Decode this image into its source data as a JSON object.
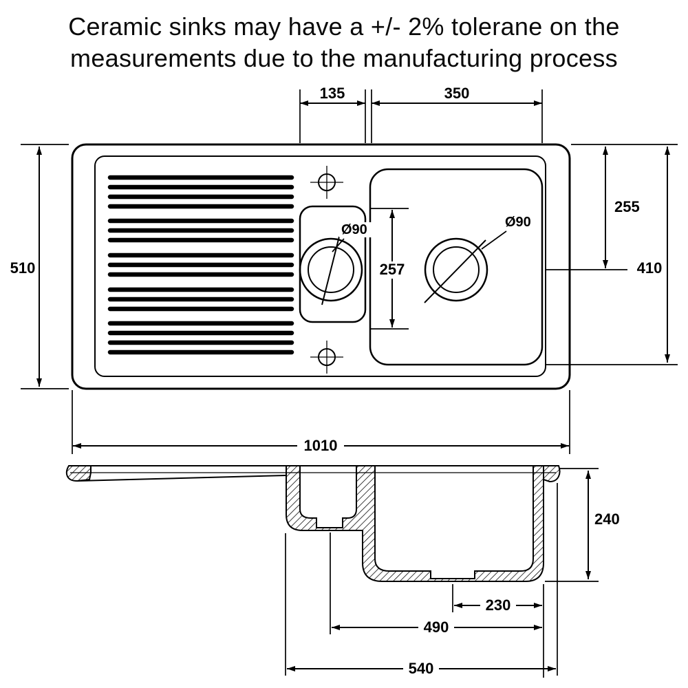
{
  "title": {
    "line1": "Ceramic sinks may have a +/- 2% tolerane on the",
    "line2": "measurements due to the manufacturing process"
  },
  "colors": {
    "line": "#000000",
    "background": "#ffffff"
  },
  "plan": {
    "dim_small_bowl_width": "135",
    "dim_large_bowl_width": "350",
    "dim_overall_depth": "510",
    "dim_drain_from_top": "255",
    "dim_large_bowl_length": "410",
    "dim_small_bowl_length": "257",
    "drain_left_diameter": "Ø90",
    "drain_right_diameter": "Ø90",
    "dim_overall_width": "1010"
  },
  "section": {
    "dim_bowl_depth": "240",
    "dim_drain_to_edge": "230",
    "dim_drain_span": "490",
    "dim_bowl_unit_width": "540"
  }
}
